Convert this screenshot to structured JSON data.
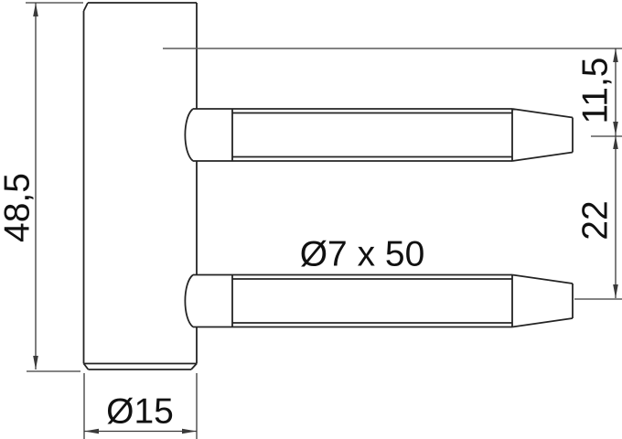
{
  "drawing": {
    "background": "#ffffff",
    "colors": {
      "outline": "#242424",
      "dimension": "#3a3a3a",
      "reference": "#5a5a5a",
      "text": "#111111"
    },
    "labels": {
      "overall_height": "48,5",
      "pin_top_offset": "11,5",
      "pin_center_spacing": "22",
      "pin_size": "Ø7 x 50",
      "body_diameter": "Ø15"
    }
  }
}
